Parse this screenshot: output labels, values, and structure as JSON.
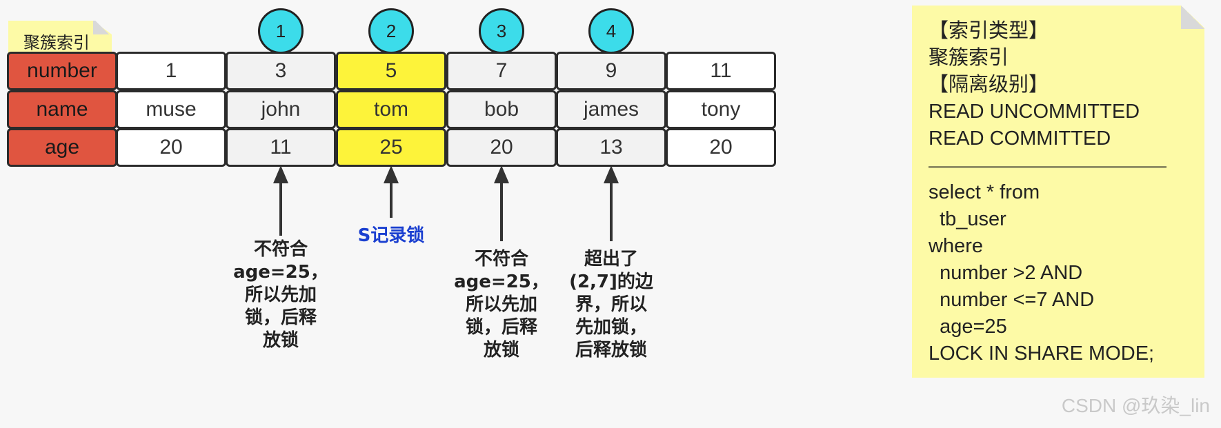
{
  "index_label": "聚簇索引",
  "circles": [
    "1",
    "2",
    "3",
    "4"
  ],
  "row_headers": [
    "number",
    "name",
    "age"
  ],
  "columns": [
    {
      "number": "1",
      "name": "muse",
      "age": "20",
      "style": "white"
    },
    {
      "number": "3",
      "name": "john",
      "age": "11",
      "style": "grey"
    },
    {
      "number": "5",
      "name": "tom",
      "age": "25",
      "style": "yellow"
    },
    {
      "number": "7",
      "name": "bob",
      "age": "20",
      "style": "grey"
    },
    {
      "number": "9",
      "name": "james",
      "age": "13",
      "style": "grey"
    },
    {
      "number": "11",
      "name": "tony",
      "age": "20",
      "style": "white"
    }
  ],
  "notes": [
    "不符合\nage=25，\n所以先加\n锁，后释\n放锁",
    "S记录锁",
    "不符合\nage=25，\n所以先加\n锁，后释\n放锁",
    "超出了\n(2,7]的边\n界，所以\n先加锁，\n后释放锁"
  ],
  "sticky_lines": [
    "【索引类型】",
    "聚簇索引",
    "【隔离级别】",
    "READ UNCOMMITTED",
    "READ COMMITTED",
    "————————————————————",
    "select * from",
    "  tb_user",
    "where",
    "  number >2 AND",
    "  number <=7 AND",
    "  age=25",
    "LOCK IN SHARE MODE;"
  ],
  "watermark": "CSDN @玖染_lin",
  "colors": {
    "header_cell": "#e05540",
    "highlight_cell": "#fdf33a",
    "circle": "#3cdcea",
    "sticky": "#fdfaa6",
    "lock_text": "#1a3fd0"
  }
}
